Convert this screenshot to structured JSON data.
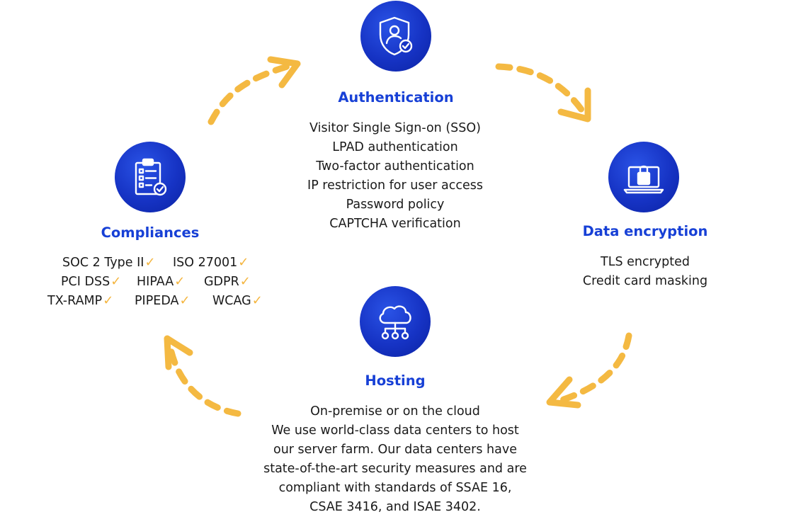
{
  "colors": {
    "accent_blue": "#1740d6",
    "arrow_yellow": "#f4b942",
    "check_yellow": "#f4b53f"
  },
  "authentication": {
    "icon": "shield-user-check-icon",
    "title": "Authentication",
    "items": [
      "Visitor Single Sign-on (SSO)",
      "LPAD authentication",
      "Two-factor authentication",
      "IP restriction for user access",
      "Password policy",
      "CAPTCHA verification"
    ]
  },
  "encryption": {
    "icon": "laptop-lock-icon",
    "title": "Data encryption",
    "items": [
      "TLS encrypted",
      "Credit card masking"
    ]
  },
  "hosting": {
    "icon": "cloud-network-icon",
    "title": "Hosting",
    "items": [
      "On-premise or on the cloud",
      "We use world-class data centers to host",
      "our server farm. Our data centers have",
      "state-of-the-art security measures and are",
      "compliant with standards of SSAE 16,",
      "CSAE 3416, and ISAE 3402."
    ]
  },
  "compliances": {
    "icon": "clipboard-checklist-icon",
    "title": "Compliances",
    "check_mark": "✓",
    "rows": [
      [
        "SOC 2 Type II",
        "ISO 27001"
      ],
      [
        "PCI DSS",
        "HIPAA",
        "GDPR"
      ],
      [
        "TX-RAMP",
        "PIPEDA",
        "WCAG"
      ]
    ]
  }
}
